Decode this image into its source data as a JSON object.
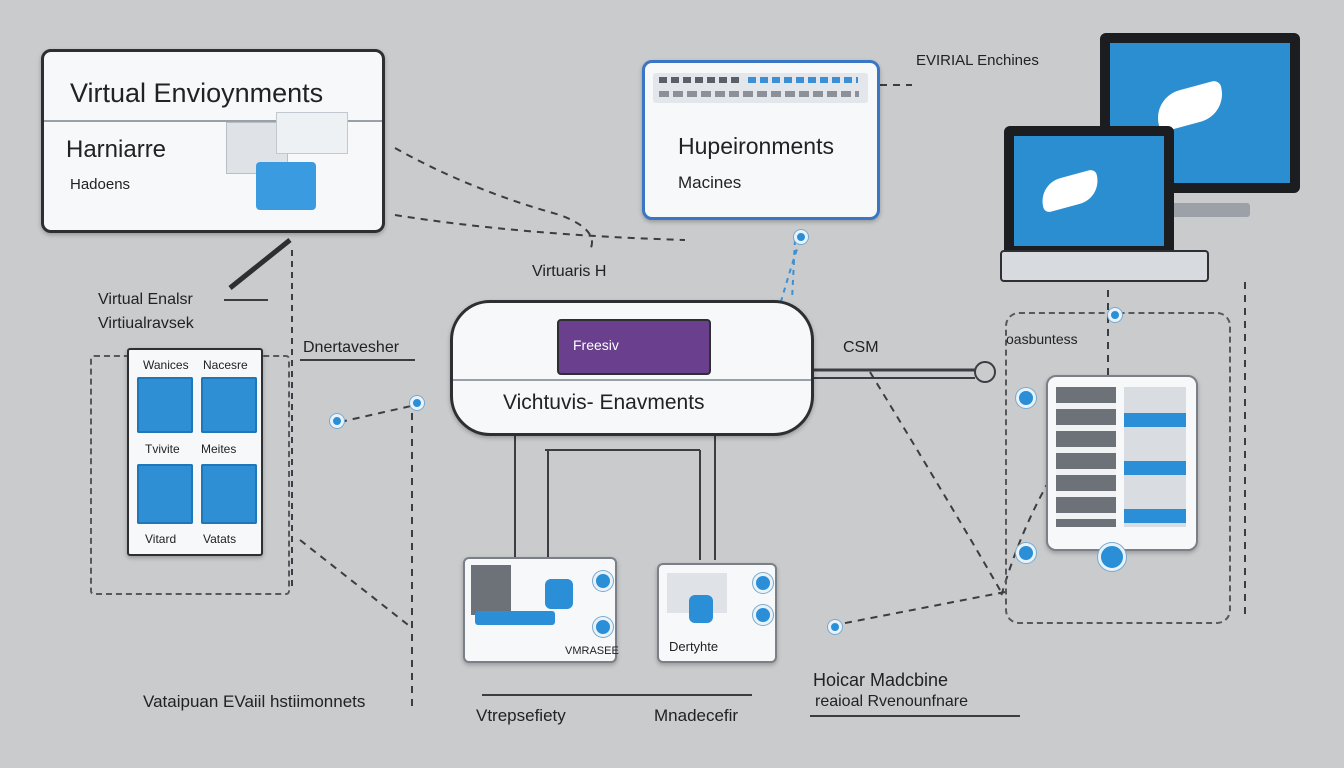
{
  "card_top_left": {
    "title": "Virtual Envioynments",
    "subtitle": "Harniarre",
    "caption": "Hadoens"
  },
  "card_top_center": {
    "title": "Hupeironments",
    "caption": "Macines"
  },
  "top_right_label": "EVIRIAL Enchines",
  "center_node": {
    "label_above": "Virtuaris H",
    "badge": "Freesiv",
    "title": "Vichtuvis- Enavments"
  },
  "left_labels": {
    "line1": "Virtual Enalsr",
    "line2": "Virtiualravsek",
    "connector": "Dnertavesher"
  },
  "grid_panel": {
    "tiles": [
      {
        "top_label": "Wanices"
      },
      {
        "top_label": "Nacesre"
      }
    ],
    "mid_labels": [
      "Tvivite",
      "Meites"
    ],
    "bottom_labels": [
      "Vitard",
      "Vatats"
    ]
  },
  "right_node": {
    "connector_label": "CSM",
    "panel_label": "oasbuntess"
  },
  "bottom_devices": {
    "left_device_label": "VMRASEE",
    "right_device_label": "Dertyhte"
  },
  "bottom_labels": {
    "left": "Vataipuan EVaiil hstiimonnets",
    "center_left": "Vtrepsefiety",
    "center_right": "Mnadecefir",
    "right_line1": "Hoicar Madcbine",
    "right_line2": "reaioal Rvenounfnare"
  },
  "colors": {
    "background": "#c9cbcd",
    "accent_blue": "#2b8ed0",
    "badge_purple": "#6a3f8e",
    "outline": "#2d2f33"
  }
}
